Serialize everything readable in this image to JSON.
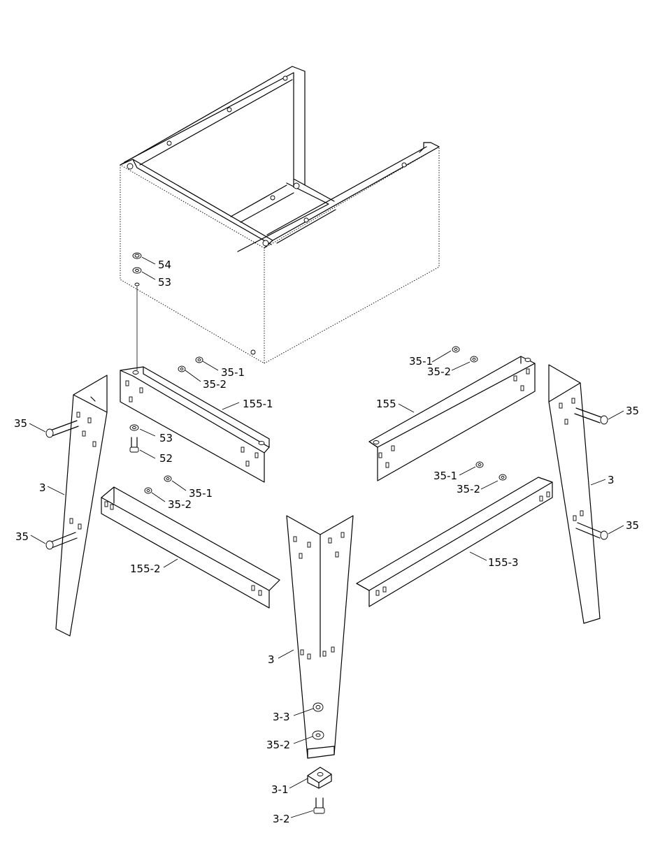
{
  "labels": {
    "p54": "54",
    "p53a": "53",
    "p35_1a": "35-1",
    "p35_2a": "35-2",
    "p155_1": "155-1",
    "p53b": "53",
    "p52": "52",
    "p35a": "35",
    "p3a": "3",
    "p35b": "35",
    "p35_1b": "35-1",
    "p35_2b": "35-2",
    "p155_2": "155-2",
    "p35_1c": "35-1",
    "p35_2c": "35-2",
    "p155": "155",
    "p35c": "35",
    "p3b": "3",
    "p35_1d": "35-1",
    "p35_2d": "35-2",
    "p35d": "35",
    "p155_3": "155-3",
    "p3c": "3",
    "p3_3": "3-3",
    "p35_2e": "35-2",
    "p3_1": "3-1",
    "p3_2": "3-2"
  }
}
